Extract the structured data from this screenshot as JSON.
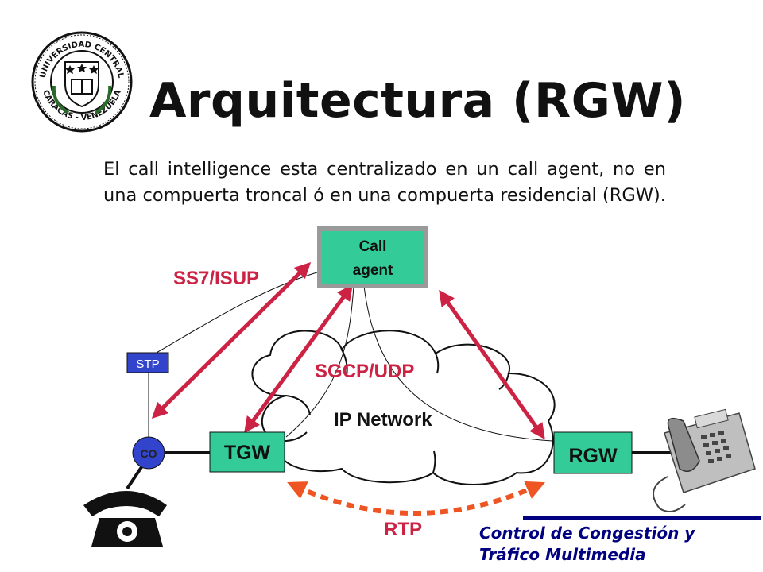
{
  "title": "Arquitectura (RGW)",
  "description": "El call intelligence esta centralizado en un call agent, no en una compuerta troncal  ó en una compuerta residencial (RGW).",
  "logo": {
    "name": "university-seal",
    "text_top": "UNIVERSIDAD CENTRAL",
    "text_bottom": "CARACAS - VENEZUELA"
  },
  "diagram": {
    "call_agent": {
      "line1": "Call",
      "line2": "agent"
    },
    "labels": {
      "ss7": "SS7/ISUP",
      "sgcp": "SGCP/UDP",
      "ip_network": "IP Network",
      "rtp": "RTP"
    },
    "nodes": {
      "stp": "STP",
      "co": "CO",
      "tgw": "TGW",
      "rgw": "RGW"
    },
    "icons": [
      "telephone-icon",
      "desk-phone-icon",
      "cloud-icon"
    ]
  },
  "footer": {
    "line1": "Control de Congestión y",
    "line2": "Tráfico Multimedia"
  },
  "colors": {
    "title": "#111111",
    "arrow_red": "#cc2244",
    "rtp_orange": "#ee5522",
    "call_agent_fill": "#33cc99",
    "tgw_fill": "#33cc99",
    "stp_fill": "#3344cc",
    "co_fill": "#3344cc",
    "footer_blue": "#000080"
  }
}
